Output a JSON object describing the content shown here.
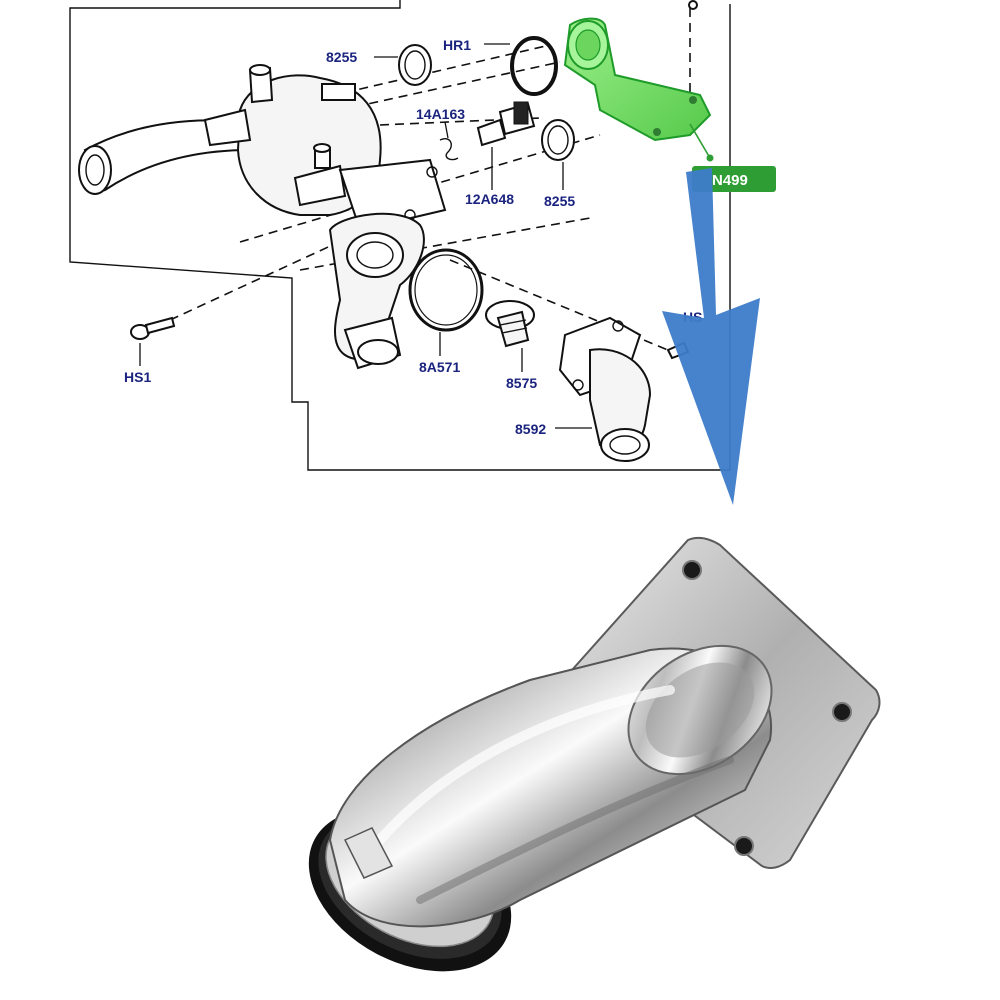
{
  "diagram": {
    "labels": {
      "l8255_top": "8255",
      "hr1": "HR1",
      "l14a163": "14A163",
      "l12a648": "12A648",
      "l8255_right": "8255",
      "hs1_left": "HS1",
      "l8a571": "8A571",
      "l8575": "8575",
      "l8592": "8592",
      "hs_right": "HS",
      "highlighted_part": "N499"
    },
    "colors": {
      "label_text": "#1a237e",
      "highlight_fill": "#7be36a",
      "highlight_stroke": "#1f9b2a",
      "badge_bg": "#2e9e34",
      "arrow": "#3d7cc9"
    }
  },
  "photo": {
    "icon": "chrome-coolant-outlet-photo"
  }
}
